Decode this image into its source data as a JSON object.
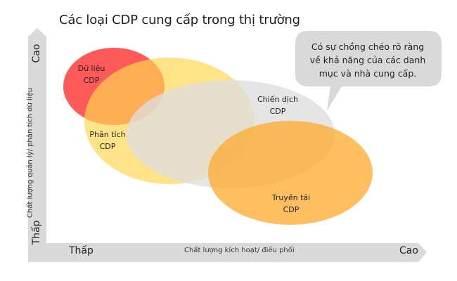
{
  "title": "Các loại CDP cung cấp trong thị trường",
  "callout": {
    "lines": [
      "Có sự chồng chéo rõ ràng",
      "về khả năng của các danh",
      "mục và nhà cung cấp."
    ],
    "fill": "#d9d9d9"
  },
  "axes": {
    "y": {
      "title": "Chất lượng quản lý/ phân tích dữ liệu",
      "high": "Cao",
      "low": "Thấp"
    },
    "x": {
      "title": "Chất lượng kích hoạt/ điều phối",
      "high": "Cao",
      "low": "Thấp"
    },
    "fill": "#d9d9d9"
  },
  "sets": [
    {
      "id": "data",
      "line1": "Dữ liệu",
      "line2": "CDP",
      "color": "#ff5a5a"
    },
    {
      "id": "analytics",
      "line1": "Phân tích",
      "line2": "CDP",
      "color": "#ffe082"
    },
    {
      "id": "campaign",
      "line1": "Chiến dịch",
      "line2": "CDP",
      "color": "#e3e3e3"
    },
    {
      "id": "delivery",
      "line1": "Truyền tải",
      "line2": "CDP",
      "color": "#ffb74d"
    }
  ]
}
